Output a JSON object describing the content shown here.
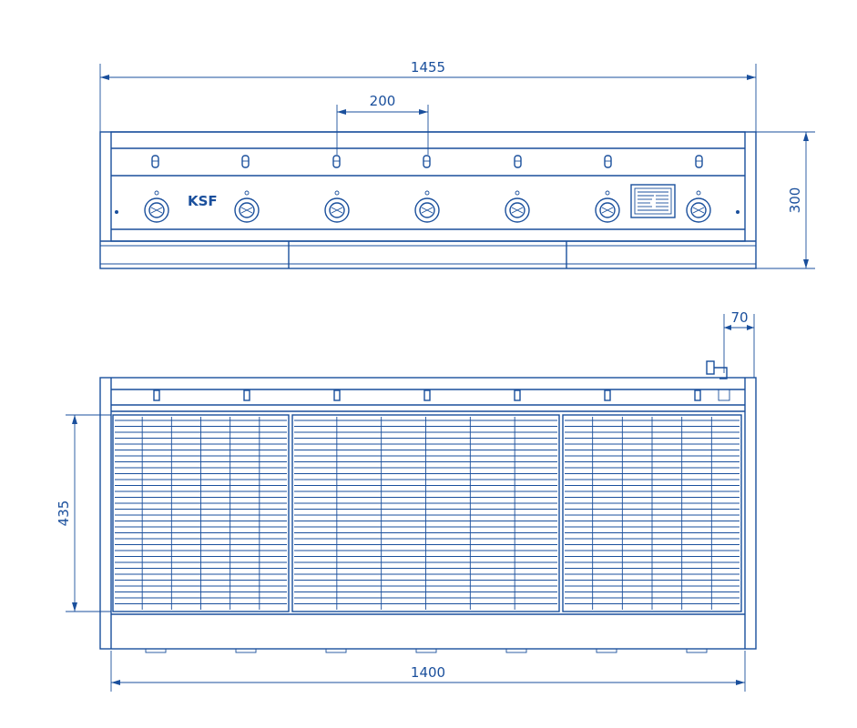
{
  "dimensions": {
    "overall_width": "1455",
    "burner_pitch": "200",
    "height": "300",
    "pipe_offset": "70",
    "grid_depth": "435",
    "inner_width": "1400"
  },
  "brand": "KSF",
  "knob_count": 7,
  "grill_section_count": 3
}
